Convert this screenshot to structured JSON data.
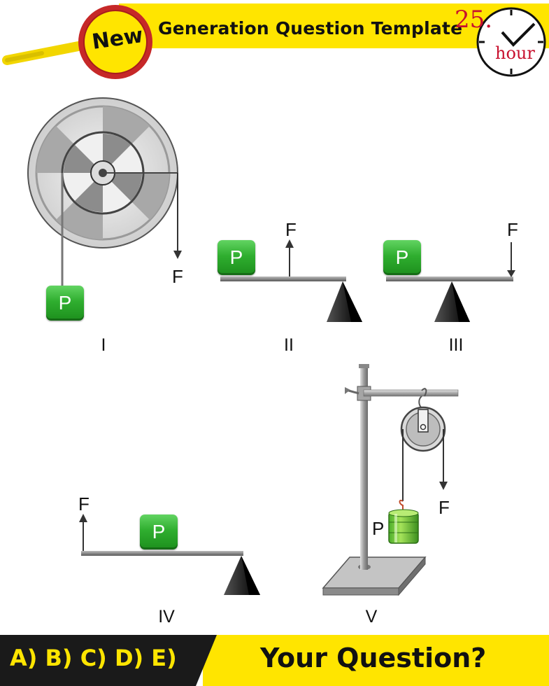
{
  "header": {
    "badge": "New",
    "title": "Generation Question Template",
    "timer_number": "25.",
    "timer_unit": "hour"
  },
  "figures": [
    {
      "id": "I",
      "label": "I",
      "force": "F",
      "mass": "P"
    },
    {
      "id": "II",
      "label": "II",
      "force": "F",
      "mass": "P"
    },
    {
      "id": "III",
      "label": "III",
      "force": "F",
      "mass": "P"
    },
    {
      "id": "IV",
      "label": "IV",
      "force": "F",
      "mass": "P"
    },
    {
      "id": "V",
      "label": "V",
      "force": "F",
      "mass": "P"
    }
  ],
  "footer": {
    "choices": "A) B) C) D) E)",
    "prompt": "Your Question?"
  },
  "colors": {
    "accent_yellow": "#ffe500",
    "timer_red": "#c8102e",
    "mass_green": "#2fae2f",
    "footer_dark": "#1a1a1a"
  }
}
